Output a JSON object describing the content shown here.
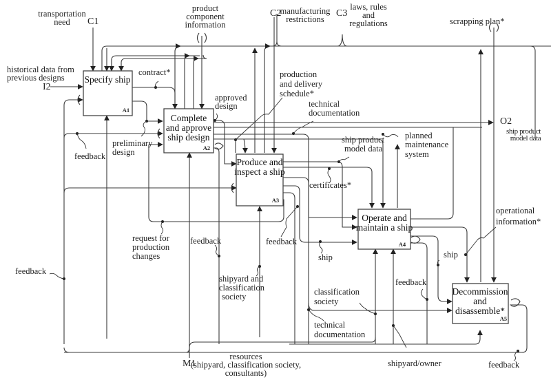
{
  "diagram": {
    "type": "IDEF0 activity diagram",
    "activities": [
      {
        "id": "A1",
        "lines": [
          "Specify ship"
        ]
      },
      {
        "id": "A2",
        "lines": [
          "Complete",
          "and approve",
          "ship design"
        ]
      },
      {
        "id": "A3",
        "lines": [
          "Produce and",
          "inspect a ship"
        ]
      },
      {
        "id": "A4",
        "lines": [
          "Operate and",
          "maintain a ship"
        ]
      },
      {
        "id": "A5",
        "lines": [
          "Decommission",
          "and",
          "disassemble*"
        ]
      }
    ],
    "boundary": {
      "C1": {
        "code": "C1",
        "lines": [
          "transportation",
          "need"
        ]
      },
      "C2": {
        "code": "C2",
        "lines": [
          "manufacturing",
          "restrictions"
        ]
      },
      "C3": {
        "code": "C3",
        "lines": [
          "laws, rules",
          "and",
          "regulations"
        ]
      },
      "I2": {
        "code": "I2",
        "lines": [
          "historical data from",
          "previous designs"
        ]
      },
      "O2": {
        "code": "O2",
        "lines": [
          "ship product",
          "model data"
        ]
      },
      "M1": {
        "code": "M1",
        "lines": [
          "resources",
          "(shipyard, classification society,",
          "consultants)"
        ]
      }
    },
    "labels": {
      "product_component_information": [
        "product",
        "component",
        "information"
      ],
      "scrapping_plan": [
        "scrapping plan*"
      ],
      "contract": [
        "contract*"
      ],
      "approved_design": [
        "approved",
        "design"
      ],
      "production_delivery_schedule": [
        "production",
        "and delivery",
        "schedule*"
      ],
      "technical_documentation_top": [
        "technical",
        "documentation"
      ],
      "preliminary_design": [
        "preliminary",
        "design"
      ],
      "feedback_a1": [
        "feedback"
      ],
      "ship_product_model_data": [
        "ship product",
        "model data"
      ],
      "planned_maintenance_system": [
        "planned",
        "maintenance",
        "system"
      ],
      "certificates": [
        "certificates*"
      ],
      "request_for_production_changes": [
        "request for",
        "production",
        "changes"
      ],
      "feedback_a2": [
        "feedback"
      ],
      "feedback_a3": [
        "feedback"
      ],
      "ship_a3": [
        "ship"
      ],
      "shipyard_and_classification_society": [
        "shipyard and",
        "classification",
        "society"
      ],
      "feedback_left": [
        "feedback"
      ],
      "operational_information": [
        "operational",
        "information*"
      ],
      "ship_a4": [
        "ship"
      ],
      "feedback_a4": [
        "feedback"
      ],
      "classification_society": [
        "classification",
        "society"
      ],
      "technical_documentation_bottom": [
        "technical",
        "documentation"
      ],
      "shipyard_owner": [
        "shipyard/owner"
      ],
      "feedback_a5": [
        "feedback"
      ]
    }
  }
}
